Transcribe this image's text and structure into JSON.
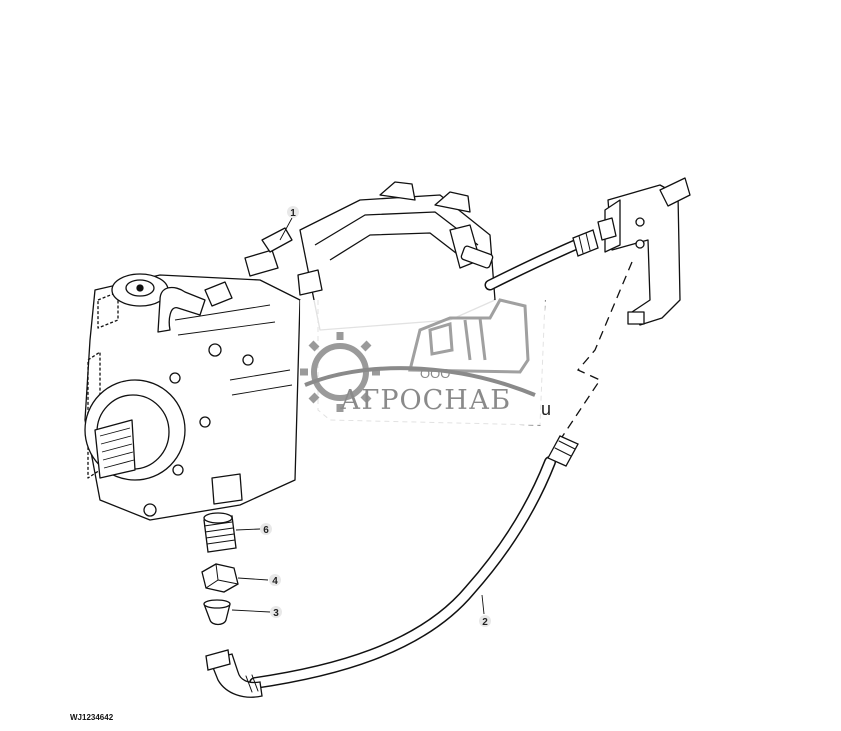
{
  "callouts": [
    {
      "id": "callout-1",
      "label": "1"
    },
    {
      "id": "callout-2",
      "label": "2"
    },
    {
      "id": "callout-3",
      "label": "3"
    },
    {
      "id": "callout-4",
      "label": "4"
    },
    {
      "id": "callout-6",
      "label": "6"
    }
  ],
  "figure_id": "WJ1234642",
  "watermark": {
    "brand": "АГРОСНАБ",
    "prefix": "ООО",
    "suffix": "u"
  }
}
